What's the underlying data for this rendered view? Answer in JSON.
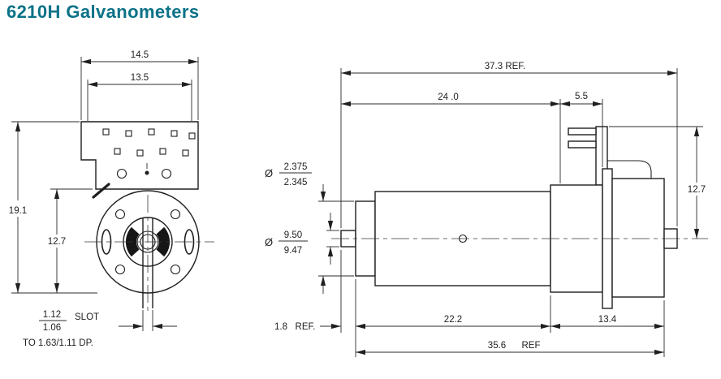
{
  "title": "6210H Galvanometers",
  "colors": {
    "accent": "#0b7287",
    "ink": "#1f1f1f"
  },
  "front_view": {
    "dims": {
      "width_outer": "14.5",
      "width_inner": "13.5",
      "height_overall": "19.1",
      "height_center": "12.7",
      "slot_max": "1.12",
      "slot_min": "1.06",
      "slot_label": "SLOT",
      "slot_depth_note": "TO 1.63/1.11 DP."
    }
  },
  "side_view": {
    "dims": {
      "overall_length": "37.3 REF.",
      "body_length": "24 .0",
      "rear_section": "5.5",
      "terminal_height": "12.7",
      "diameter_symbol": "Ø",
      "pilot_dia_max": "2.375",
      "pilot_dia_min": "2.345",
      "shaft_dia_max": "9.50",
      "shaft_dia_min": "9.47",
      "shaft_ext": "1.8",
      "shaft_ext_ref": "REF.",
      "case_length": "22.2",
      "rear_length": "13.4",
      "mount_length": "35.6",
      "mount_length_ref": "REF"
    }
  }
}
